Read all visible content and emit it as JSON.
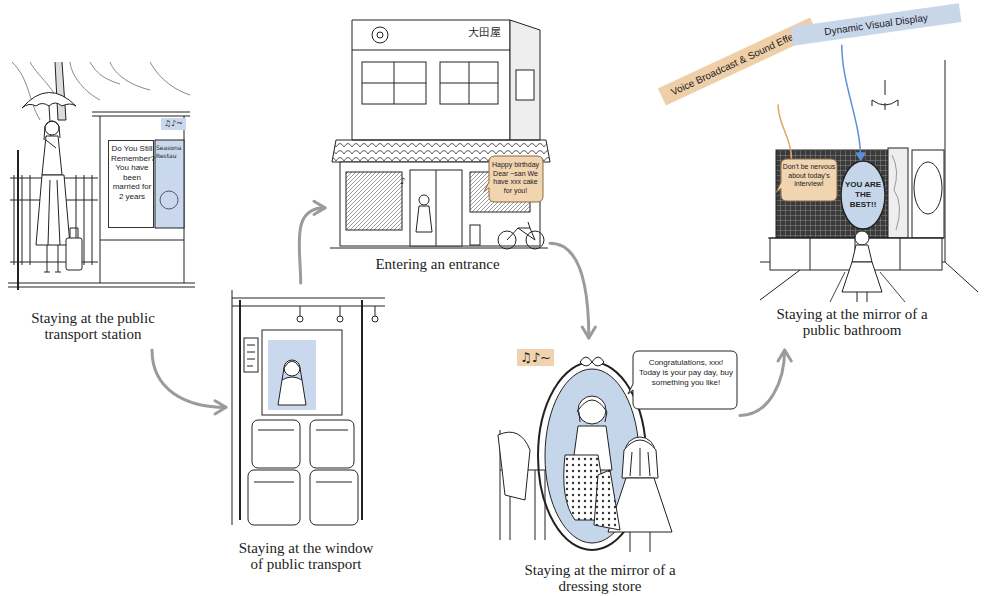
{
  "diagram": {
    "nodes": [
      {
        "text": [
          "Staying at the public transport station"
        ]
      },
      {
        "text": [
          "Do You Still Remember? You have been married for 2 years"
        ],
        "in": 0
      },
      {
        "text": [
          "Staying at the window of public transport"
        ]
      },
      {
        "text": [
          "Entering an entrance"
        ]
      },
      {
        "text": [
          "Happy birthday Dear ~san We have xxx cake for you!"
        ],
        "in": 3
      },
      {
        "text": [
          "Staying at the mirror of a dressing store"
        ]
      },
      {
        "text": [
          "Congratulations, xxx! Today is your pay day, buy something you like!"
        ],
        "in": 5
      },
      {
        "text": [
          "Voice Broadcast & Sound Effects"
        ]
      },
      {
        "text": [
          "Dynamic Visual Display"
        ]
      },
      {
        "text": [
          "Staying at the mirror of a public bathroom"
        ]
      },
      {
        "text": [
          "Don't be nervous about today's interview!"
        ],
        "in": 9
      },
      {
        "text": [
          "YOU ARE THE BEST!!"
        ],
        "in": 9
      }
    ],
    "edges": [
      {
        "from": 0,
        "to": 2,
        "arrow": "to"
      },
      {
        "from": 2,
        "to": 3,
        "arrow": "to"
      },
      {
        "from": 3,
        "to": 5,
        "arrow": "to"
      },
      {
        "from": 5,
        "to": 9,
        "arrow": "to"
      },
      {
        "from": 7,
        "to": 10,
        "arrow": "none"
      },
      {
        "from": 8,
        "to": 11,
        "arrow": "to"
      }
    ],
    "labels": [
      "♫♪~",
      "Seasona Restau",
      "大田屋",
      "♪",
      "♫♪~"
    ]
  }
}
